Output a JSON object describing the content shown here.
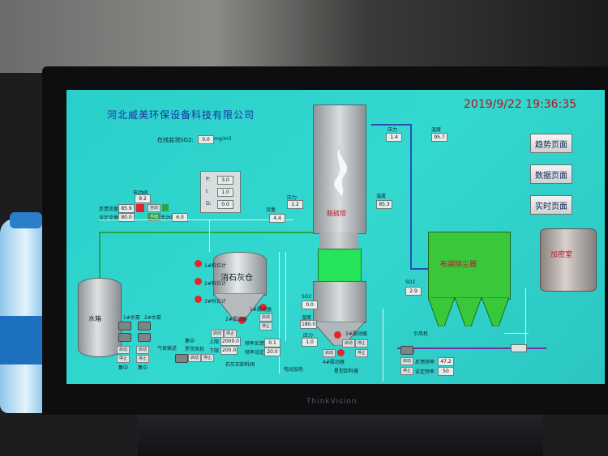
{
  "header": {
    "company": "河北威美环保设备科技有限公司",
    "datetime": "2019/9/22 19:36:35",
    "so2_label": "在线监测SO2:",
    "so2_value": "0.0",
    "so2_unit": "mg/m3"
  },
  "nav": {
    "trend": "趋势页面",
    "data": "数据页面",
    "realtime": "实时页面"
  },
  "pid": {
    "p_label": "P:",
    "p_value": "3.0",
    "i_label": "I:",
    "i_value": "1.0",
    "d_label": "D:",
    "d_value": "0.0"
  },
  "valve": {
    "title": "电动阀",
    "value": "9.2",
    "feedback_label": "反馈流量",
    "feedback_value": "85.9",
    "setpoint_label": "设定流量",
    "setpoint_value": "80.0",
    "auto_label": "自动",
    "manual_label": "手动",
    "manual_aperture_label": "手动开度",
    "manual_aperture_value": "6.0"
  },
  "equipment": {
    "desulfur_tower": "脱硫塔",
    "lime_silo": "消石灰仓",
    "bag_filter": "布袋除尘器",
    "heat_room": "加密室",
    "water_tank": "水箱"
  },
  "sensors": {
    "flow_label": "流量",
    "flow_value": "4.4",
    "pressure1_label": "压力",
    "pressure1_value": "1.2",
    "temp1_label": "温度",
    "temp1_value": "85.3",
    "pressure2_label": "压力",
    "pressure2_value": "1.4",
    "temp2_label": "温度",
    "temp2_value": "95.7",
    "so2_label": "SO2",
    "so2_value": "2.9",
    "temp3_label": "温度",
    "temp3_value": "180.0",
    "so2b_label": "SO2",
    "so2b_value": "0.0",
    "pressure3_label": "压力",
    "pressure3_value": "1.0"
  },
  "fans": {
    "fan_label": "引风机",
    "freq_feedback_label": "反馈频率",
    "freq_feedback_value": "47.2",
    "freq_set_label": "设定频率",
    "freq_set_value": "50"
  },
  "controls": {
    "start": "启动",
    "stop": "停止",
    "centralized": "集中",
    "upper_label": "上限",
    "upper_value": "2000.0",
    "lower_label": "下限",
    "lower_value": "200.0",
    "feed_freq_label": "频率反馈",
    "feed_freq_value": "0.1",
    "feed_set_label": "频率设定",
    "feed_set_value": "20.0",
    "pump1": "1#水泵",
    "pump2": "2#水泵",
    "gas_vent": "气体输送",
    "root_fan": "罗茨风机",
    "lime_feed": "石灰石卸料阀",
    "valve1": "1#料位计",
    "valve2": "2#料位计",
    "valve3": "3#料位计",
    "vib1": "1#震动器",
    "vib2": "2#震动器",
    "vib3": "3#震动器",
    "vib4": "4#震动器",
    "star_valve": "星型卸料器",
    "elec_heat": "电动加热"
  }
}
